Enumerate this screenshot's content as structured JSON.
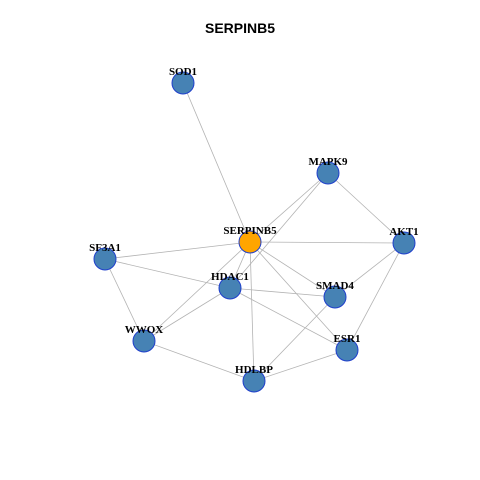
{
  "title": "SERPINB5",
  "colors": {
    "center_node": "#FFA500",
    "neighbor_node": "#4682B4",
    "node_stroke": "#1F3FCC",
    "edge": "#B3B3B3"
  },
  "nodes": [
    {
      "id": "SERPINB5",
      "label": "SERPINB5",
      "role": "center"
    },
    {
      "id": "SOD1",
      "label": "SOD1",
      "role": "neighbor"
    },
    {
      "id": "MAPK9",
      "label": "MAPK9",
      "role": "neighbor"
    },
    {
      "id": "AKT1",
      "label": "AKT1",
      "role": "neighbor"
    },
    {
      "id": "SF3A1",
      "label": "SF3A1",
      "role": "neighbor"
    },
    {
      "id": "HDAC1",
      "label": "HDAC1",
      "role": "neighbor"
    },
    {
      "id": "SMAD4",
      "label": "SMAD4",
      "role": "neighbor"
    },
    {
      "id": "WWOX",
      "label": "WWOX",
      "role": "neighbor"
    },
    {
      "id": "ESR1",
      "label": "ESR1",
      "role": "neighbor"
    },
    {
      "id": "HDLBP",
      "label": "HDLBP",
      "role": "neighbor"
    }
  ],
  "edges": [
    [
      "SOD1",
      "SERPINB5"
    ],
    [
      "SERPINB5",
      "MAPK9"
    ],
    [
      "SERPINB5",
      "AKT1"
    ],
    [
      "SERPINB5",
      "SF3A1"
    ],
    [
      "SERPINB5",
      "HDAC1"
    ],
    [
      "SERPINB5",
      "SMAD4"
    ],
    [
      "SERPINB5",
      "WWOX"
    ],
    [
      "SERPINB5",
      "ESR1"
    ],
    [
      "SERPINB5",
      "HDLBP"
    ],
    [
      "MAPK9",
      "AKT1"
    ],
    [
      "MAPK9",
      "HDAC1"
    ],
    [
      "AKT1",
      "SMAD4"
    ],
    [
      "AKT1",
      "ESR1"
    ],
    [
      "SF3A1",
      "HDAC1"
    ],
    [
      "SF3A1",
      "WWOX"
    ],
    [
      "HDAC1",
      "SMAD4"
    ],
    [
      "HDAC1",
      "WWOX"
    ],
    [
      "HDAC1",
      "ESR1"
    ],
    [
      "SMAD4",
      "HDLBP"
    ],
    [
      "WWOX",
      "HDLBP"
    ],
    [
      "HDLBP",
      "ESR1"
    ]
  ]
}
